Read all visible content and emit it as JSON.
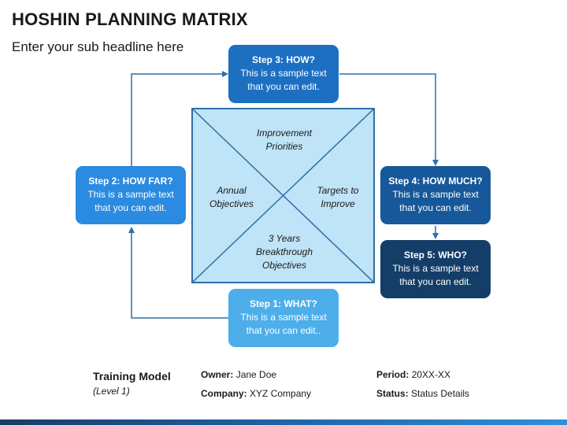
{
  "title": "HOSHIN PLANNING MATRIX",
  "subtitle": "Enter your sub headline here",
  "matrix": {
    "top": "Improvement\nPriorities",
    "left": "Annual\nObjectives",
    "right": "Targets to\nImprove",
    "bottom": "3 Years\nBreakthrough\nObjectives"
  },
  "steps": [
    {
      "heading": "Step 1: WHAT?",
      "body": "This is a sample text\nthat you can edit..",
      "color": "#4daeea"
    },
    {
      "heading": "Step 2: HOW FAR?",
      "body": "This is a sample text\nthat you can edit.",
      "color": "#2a8be0"
    },
    {
      "heading": "Step 3: HOW?",
      "body": "This is a sample text\nthat you can edit.",
      "color": "#1d6fc2"
    },
    {
      "heading": "Step 4: HOW MUCH?",
      "body": "This is a sample text\nthat you can edit.",
      "color": "#16589a"
    },
    {
      "heading": "Step 5: WHO?",
      "body": "This is a sample text\nthat you can edit.",
      "color": "#143e68"
    }
  ],
  "footer": {
    "model_title": "Training Model",
    "model_level": "(Level 1)",
    "owner_label": "Owner:",
    "owner_value": "Jane Doe",
    "company_label": "Company:",
    "company_value": "XYZ Company",
    "period_label": "Period:",
    "period_value": "20XX-XX",
    "status_label": "Status:",
    "status_value": "Status Details"
  },
  "colors": {
    "matrix_fill": "#bfe3f7",
    "matrix_border": "#2d6ea6",
    "connector": "#2d6ea6"
  }
}
